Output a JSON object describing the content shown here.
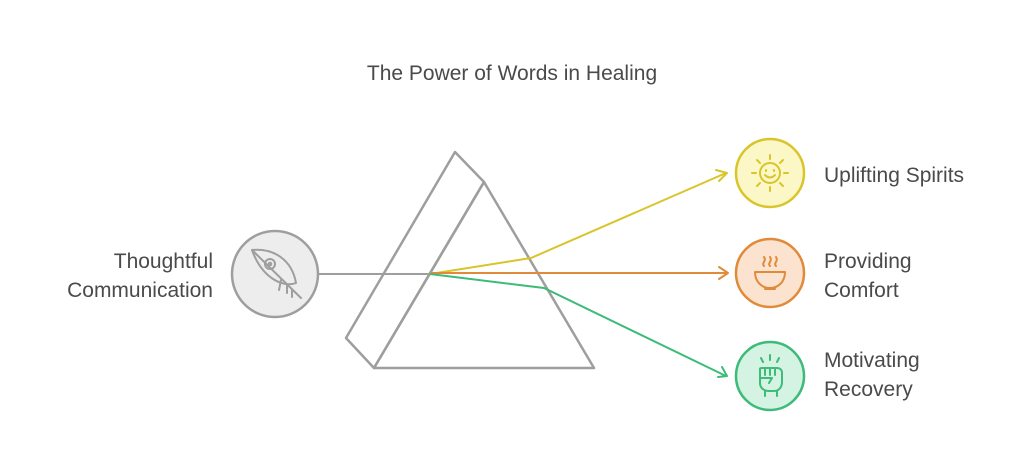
{
  "title": "The Power of Words in Healing",
  "input": {
    "label_line1": "Thoughtful",
    "label_line2": "Communication",
    "icon": "feather-icon",
    "color": "#9e9e9e"
  },
  "outputs": [
    {
      "label_line1": "Uplifting Spirits",
      "label_line2": "",
      "icon": "smiling-sun-icon",
      "color": "#d9c52a",
      "fill": "#fbf7c6"
    },
    {
      "label_line1": "Providing",
      "label_line2": "Comfort",
      "icon": "steaming-bowl-icon",
      "color": "#e08a3a",
      "fill": "#fbe3cf"
    },
    {
      "label_line1": "Motivating",
      "label_line2": "Recovery",
      "icon": "raised-fist-icon",
      "color": "#3dbb78",
      "fill": "#d5f3e2"
    }
  ]
}
